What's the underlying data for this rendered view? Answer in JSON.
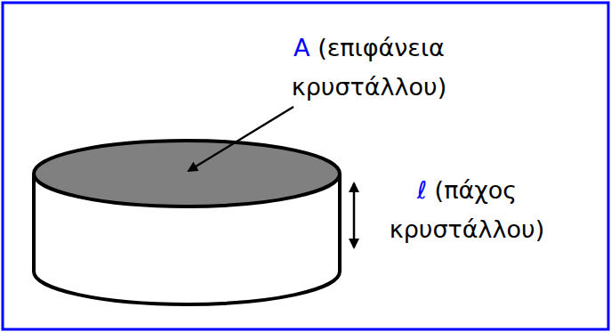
{
  "diagram": {
    "labels": [
      "A",
      "(επιφάνεια κρυστάλλου)",
      "ℓ",
      "(πάχος κρυστάλλου)"
    ]
  }
}
